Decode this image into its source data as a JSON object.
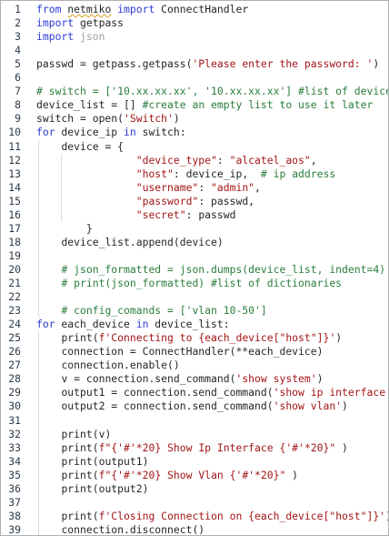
{
  "lines": [
    {
      "n": "1",
      "ind": 0,
      "t": [
        [
          "kw",
          "from"
        ],
        [
          "p",
          " "
        ],
        [
          "sq",
          "netmiko"
        ],
        [
          "p",
          " "
        ],
        [
          "kw",
          "import"
        ],
        [
          "p",
          " ConnectHandler"
        ]
      ]
    },
    {
      "n": "2",
      "ind": 0,
      "t": [
        [
          "kw",
          "import"
        ],
        [
          "p",
          " getpass"
        ]
      ]
    },
    {
      "n": "3",
      "ind": 0,
      "t": [
        [
          "kw",
          "import"
        ],
        [
          "p",
          " "
        ],
        [
          "dim",
          "json"
        ]
      ]
    },
    {
      "n": "4",
      "ind": 0,
      "t": []
    },
    {
      "n": "5",
      "ind": 0,
      "t": [
        [
          "p",
          "passwd = getpass.getpass("
        ],
        [
          "str",
          "'Please enter the password: '"
        ],
        [
          "p",
          ")"
        ]
      ]
    },
    {
      "n": "6",
      "ind": 0,
      "t": []
    },
    {
      "n": "7",
      "ind": 0,
      "t": [
        [
          "com",
          "# switch = ['10.xx.xx.xx', '10.xx.xx.xx'] #list of devices"
        ]
      ]
    },
    {
      "n": "8",
      "ind": 0,
      "t": [
        [
          "p",
          "device_list = [] "
        ],
        [
          "com",
          "#create an empty list to use it later"
        ]
      ]
    },
    {
      "n": "9",
      "ind": 0,
      "t": [
        [
          "p",
          "switch = open("
        ],
        [
          "str",
          "'Switch'"
        ],
        [
          "p",
          ")"
        ]
      ]
    },
    {
      "n": "10",
      "ind": 0,
      "t": [
        [
          "kw",
          "for"
        ],
        [
          "p",
          " device_ip "
        ],
        [
          "kw",
          "in"
        ],
        [
          "p",
          " switch:"
        ]
      ]
    },
    {
      "n": "11",
      "ind": 1,
      "t": [
        [
          "p",
          "device = {"
        ]
      ]
    },
    {
      "n": "12",
      "ind": 2,
      "t": [
        [
          "p",
          "            "
        ],
        [
          "str",
          "\"device_type\""
        ],
        [
          "p",
          ": "
        ],
        [
          "str",
          "\"alcatel_aos\""
        ],
        [
          "p",
          ","
        ]
      ]
    },
    {
      "n": "13",
      "ind": 2,
      "t": [
        [
          "p",
          "            "
        ],
        [
          "str",
          "\"host\""
        ],
        [
          "p",
          ": device_ip,  "
        ],
        [
          "com",
          "# ip address"
        ]
      ]
    },
    {
      "n": "14",
      "ind": 2,
      "t": [
        [
          "p",
          "            "
        ],
        [
          "str",
          "\"username\""
        ],
        [
          "p",
          ": "
        ],
        [
          "str",
          "\"admin\""
        ],
        [
          "p",
          ","
        ]
      ]
    },
    {
      "n": "15",
      "ind": 2,
      "t": [
        [
          "p",
          "            "
        ],
        [
          "str",
          "\"password\""
        ],
        [
          "p",
          ": passwd,"
        ]
      ]
    },
    {
      "n": "16",
      "ind": 2,
      "t": [
        [
          "p",
          "            "
        ],
        [
          "str",
          "\"secret\""
        ],
        [
          "p",
          ": passwd"
        ]
      ]
    },
    {
      "n": "17",
      "ind": 1,
      "t": [
        [
          "p",
          "    }"
        ]
      ]
    },
    {
      "n": "18",
      "ind": 1,
      "t": [
        [
          "p",
          "device_list.append(device)"
        ]
      ]
    },
    {
      "n": "19",
      "ind": 1,
      "t": []
    },
    {
      "n": "20",
      "ind": 1,
      "t": [
        [
          "com",
          "# json_formatted = json.dumps(device_list, indent=4)"
        ]
      ]
    },
    {
      "n": "21",
      "ind": 1,
      "t": [
        [
          "com",
          "# print(json_formatted) #list of dictionaries"
        ]
      ]
    },
    {
      "n": "22",
      "ind": 1,
      "t": []
    },
    {
      "n": "23",
      "ind": 1,
      "t": [
        [
          "com",
          "# config_comands = ['vlan 10-50']"
        ]
      ]
    },
    {
      "n": "24",
      "ind": 0,
      "t": [
        [
          "kw",
          "for"
        ],
        [
          "p",
          " each_device "
        ],
        [
          "kw",
          "in"
        ],
        [
          "p",
          " device_list:"
        ]
      ]
    },
    {
      "n": "25",
      "ind": 1,
      "t": [
        [
          "p",
          "print("
        ],
        [
          "str",
          "f'Connecting to {each_device[\"host\"]}'"
        ],
        [
          "p",
          ")"
        ]
      ]
    },
    {
      "n": "26",
      "ind": 1,
      "t": [
        [
          "p",
          "connection = ConnectHandler(**each_device)"
        ]
      ]
    },
    {
      "n": "27",
      "ind": 1,
      "t": [
        [
          "p",
          "connection.enable()"
        ]
      ]
    },
    {
      "n": "28",
      "ind": 1,
      "t": [
        [
          "p",
          "v = connection.send_command("
        ],
        [
          "str",
          "'show system'"
        ],
        [
          "p",
          ")"
        ]
      ]
    },
    {
      "n": "29",
      "ind": 1,
      "t": [
        [
          "p",
          "output1 = connection.send_command("
        ],
        [
          "str",
          "'show ip interface'"
        ],
        [
          "p",
          ")"
        ]
      ]
    },
    {
      "n": "30",
      "ind": 1,
      "t": [
        [
          "p",
          "output2 = connection.send_command("
        ],
        [
          "str",
          "'show vlan'"
        ],
        [
          "p",
          ")"
        ]
      ]
    },
    {
      "n": "31",
      "ind": 1,
      "t": []
    },
    {
      "n": "32",
      "ind": 1,
      "t": [
        [
          "p",
          "print(v)"
        ]
      ]
    },
    {
      "n": "33",
      "ind": 1,
      "t": [
        [
          "p",
          "print("
        ],
        [
          "str",
          "f\"{'#'*20} Show Ip Interface {'#'*20}\""
        ],
        [
          "p",
          " )"
        ]
      ]
    },
    {
      "n": "34",
      "ind": 1,
      "t": [
        [
          "p",
          "print(output1)"
        ]
      ]
    },
    {
      "n": "35",
      "ind": 1,
      "t": [
        [
          "p",
          "print("
        ],
        [
          "str",
          "f\"{'#'*20} Show Vlan {'#'*20}\""
        ],
        [
          "p",
          " )"
        ]
      ]
    },
    {
      "n": "36",
      "ind": 1,
      "t": [
        [
          "p",
          "print(output2)"
        ]
      ]
    },
    {
      "n": "37",
      "ind": 1,
      "t": []
    },
    {
      "n": "38",
      "ind": 1,
      "t": [
        [
          "p",
          "print("
        ],
        [
          "str",
          "f'Closing Connection on {each_device[\"host\"]}'"
        ],
        [
          "p",
          ")"
        ]
      ]
    },
    {
      "n": "39",
      "ind": 1,
      "t": [
        [
          "p",
          "connection.disconnect()"
        ]
      ]
    }
  ],
  "colors": {
    "keyword": "#2c3bd6",
    "string": "#a31515",
    "comment": "#2a7d3a",
    "text": "#1f2328",
    "line_number": "#2b3a4a",
    "dimmed": "#9aa0a6"
  }
}
